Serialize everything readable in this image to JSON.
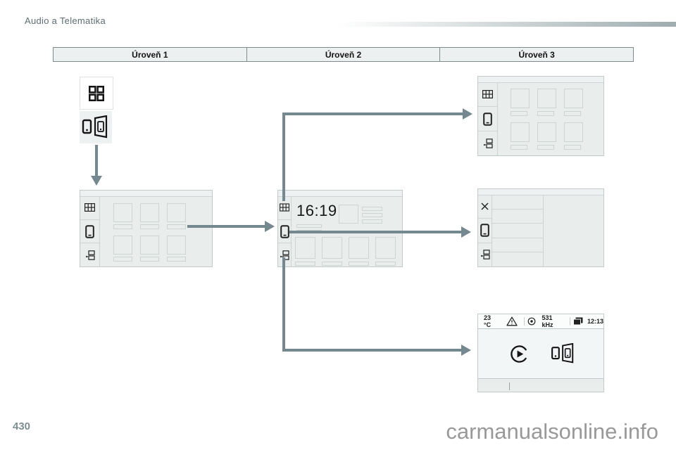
{
  "header": {
    "title": "Audio a Telematika"
  },
  "table": {
    "columns": [
      "Úroveň 1",
      "Úroveň 2",
      "Úroveň 3"
    ]
  },
  "center_screen": {
    "clock": "16:19"
  },
  "radio_screen": {
    "temperature": "23 °C",
    "frequency": "531 kHz",
    "time": "12:13"
  },
  "footer": {
    "page_number": "430",
    "watermark": "carmanualsonline.info"
  },
  "colors": {
    "arrow": "#76888f",
    "screen_bg": "#e9edec",
    "screen_border": "#c2cbcb",
    "gradient_end": "#9fadb0"
  },
  "icons": {
    "grid_2x2": "four-square app grid",
    "phone_mirroring": "two phones mirroring",
    "apps_grid": "application grid",
    "smartphone": "smartphone outline",
    "widgets": "widget squares with arrow",
    "close_x": "close cross",
    "warning_triangle": "warning triangle",
    "traffic_announcement": "ringed circle",
    "pages_stack": "stacked pages",
    "play_resume": "play in open circle"
  }
}
